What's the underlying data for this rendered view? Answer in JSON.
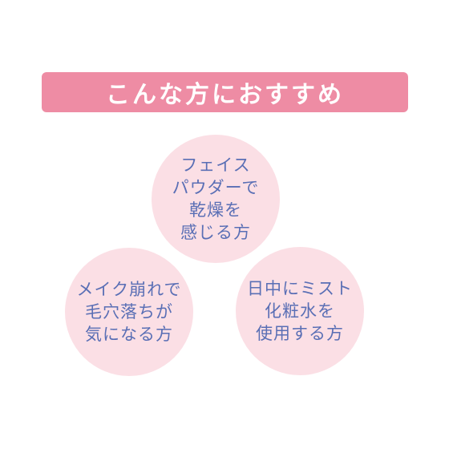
{
  "banner": {
    "title": "こんな方におすすめ"
  },
  "circles": [
    {
      "lines": [
        "フェイス",
        "パウダーで",
        "乾燥を",
        "感じる方"
      ]
    },
    {
      "lines": [
        "メイク崩れで",
        "毛穴落ちが",
        "気になる方"
      ]
    },
    {
      "lines": [
        "日中にミスト",
        "化粧水を",
        "使用する方"
      ]
    }
  ]
}
